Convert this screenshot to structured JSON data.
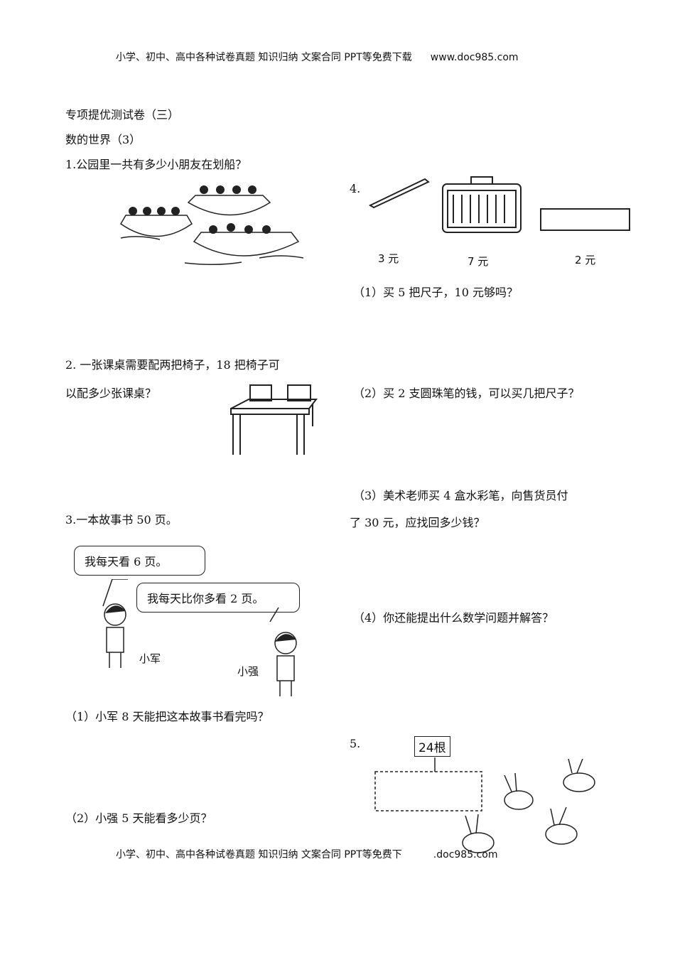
{
  "header": {
    "text": "小学、初中、高中各种试卷真题  知识归纳  文案合同  PPT等免费下载",
    "url": "www.doc985.com"
  },
  "footer": {
    "text": "小学、初中、高中各种试卷真题  知识归纳  文案合同  PPT等免费下",
    "url": ".doc985.com"
  },
  "title": "专项提优测试卷（三）",
  "subtitle": "数的世界（3）",
  "q1": {
    "text": "1.公园里一共有多少小朋友在划船？"
  },
  "q2": {
    "line1": "2. 一张课桌需要配两把椅子，18 把椅子可",
    "line2": "以配多少张课桌？"
  },
  "q3": {
    "text": "3.一本故事书 50 页。",
    "bubble1": "我每天看 6 页。",
    "bubble2": "我每天比你多看 2 页。",
    "name1": "小军",
    "name2": "小强",
    "sub1": "（1）小军 8 天能把这本故事书看完吗？",
    "sub2": "（2）小强 5 天能看多少页？"
  },
  "q4": {
    "label": "4.",
    "prices": [
      "3 元",
      "7 元",
      "2 元"
    ],
    "sub1": "（1）买 5 把尺子，10 元够吗？",
    "sub2": "（2）买 2 支圆珠笔的钱，可以买几把尺子？",
    "sub3a": "（3）美术老师买 4 盒水彩笔，向售货员付",
    "sub3b": "了 30 元，应找回多少钱？",
    "sub4": "（4）你还能提出什么数学问题并解答？"
  },
  "q5": {
    "label": "5.",
    "sign": "24根"
  }
}
